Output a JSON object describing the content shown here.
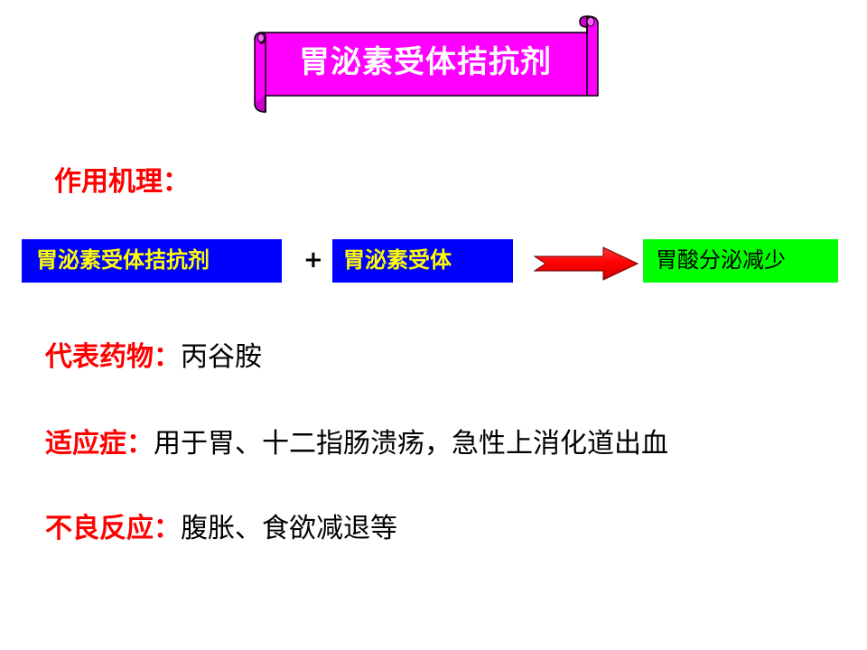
{
  "title": "胃泌素受体拮抗剂",
  "mechanism": {
    "label": "作用机理：",
    "antagonist_box": "胃泌素受体拮抗剂",
    "plus": "+",
    "receptor_box": "胃泌素受体",
    "result_box": "胃酸分泌减少"
  },
  "representative_drug": {
    "label": "代表药物：",
    "value": "丙谷胺"
  },
  "indication": {
    "label": "适应症：",
    "value": "用于胃、十二指肠溃疡，急性上消化道出血"
  },
  "adverse_reaction": {
    "label": "不良反应：",
    "value": "腹胀、食欲减退等"
  },
  "colors": {
    "title_bg": "#ff00ff",
    "label_red": "#ff0000",
    "box_blue": "#0000ff",
    "box_text_yellow": "#ffff00",
    "result_green": "#00ff00",
    "arrow_red": "#ff0000"
  }
}
